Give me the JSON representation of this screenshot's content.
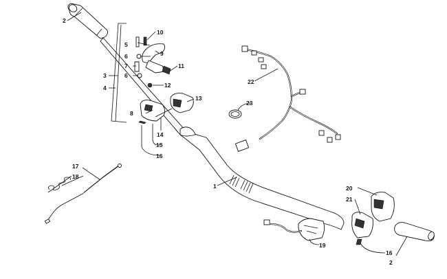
{
  "callouts": [
    {
      "id": "c1",
      "text": "1"
    },
    {
      "id": "c2a",
      "text": "2"
    },
    {
      "id": "c2b",
      "text": "2"
    },
    {
      "id": "c3",
      "text": "3"
    },
    {
      "id": "c4",
      "text": "4"
    },
    {
      "id": "c5",
      "text": "5"
    },
    {
      "id": "c6a",
      "text": "6"
    },
    {
      "id": "c6b",
      "text": "6"
    },
    {
      "id": "c7",
      "text": "7"
    },
    {
      "id": "c8",
      "text": "8"
    },
    {
      "id": "c9",
      "text": "9"
    },
    {
      "id": "c10",
      "text": "10"
    },
    {
      "id": "c11",
      "text": "11"
    },
    {
      "id": "c12",
      "text": "12"
    },
    {
      "id": "c13",
      "text": "13"
    },
    {
      "id": "c14",
      "text": "14"
    },
    {
      "id": "c15",
      "text": "15"
    },
    {
      "id": "c16a",
      "text": "16"
    },
    {
      "id": "c16b",
      "text": "16"
    },
    {
      "id": "c17",
      "text": "17"
    },
    {
      "id": "c18",
      "text": "18"
    },
    {
      "id": "c19",
      "text": "19"
    },
    {
      "id": "c20",
      "text": "20"
    },
    {
      "id": "c21",
      "text": "21"
    },
    {
      "id": "c22",
      "text": "22"
    },
    {
      "id": "c23",
      "text": "23"
    }
  ]
}
